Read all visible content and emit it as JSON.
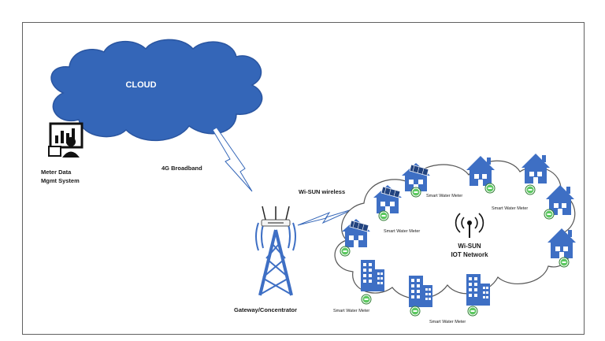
{
  "labels": {
    "cloud": "CLOUD",
    "mdms_line1": "Meter Data",
    "mdms_line2": "Mgmt System",
    "broadband": "4G Broadband",
    "wisun_wireless": "Wi-SUN wireless",
    "gateway": "Gateway/Concentrator",
    "network_line1": "Wi-SUN",
    "network_line2": "IOT Network",
    "meter": "Smart Water Meter"
  },
  "colors": {
    "cloud": "#3466b8",
    "cloud_stroke": "#2a55a0",
    "icon": "#3e6fc4",
    "meter": "#5cc860",
    "frame": "#606060"
  }
}
